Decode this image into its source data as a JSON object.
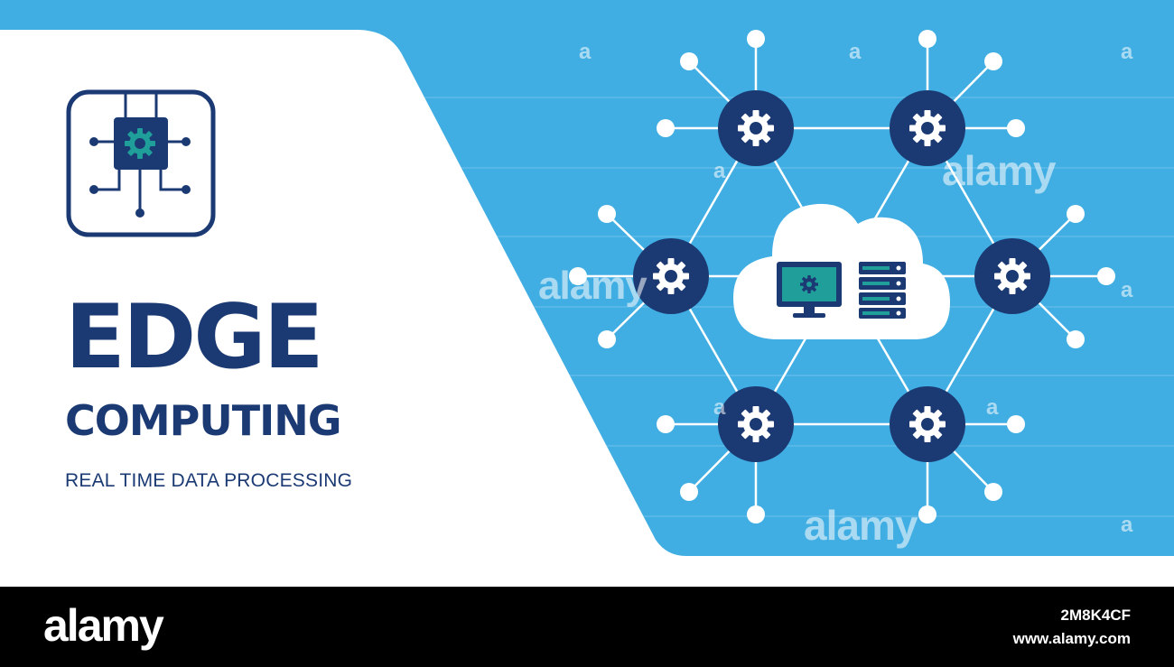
{
  "colors": {
    "navy": "#1b3a73",
    "sky_blue": "#40aee3",
    "teal": "#1f9e9a",
    "white": "#ffffff",
    "footer_bg": "#000000"
  },
  "title": {
    "main": "EDGE",
    "sub": "COMPUTING",
    "tagline": "REAL TIME DATA PROCESSING"
  },
  "icons": {
    "logo": "chip-gear-icon",
    "nodes": "gear-icon",
    "center": "cloud-icon",
    "monitor": "monitor-gear-icon",
    "server": "server-rack-icon"
  },
  "footer": {
    "logo_text": "alamy",
    "image_id": "2M8K4CF",
    "url": "www.alamy.com"
  },
  "watermark": {
    "text": "alamy",
    "short": "a"
  }
}
